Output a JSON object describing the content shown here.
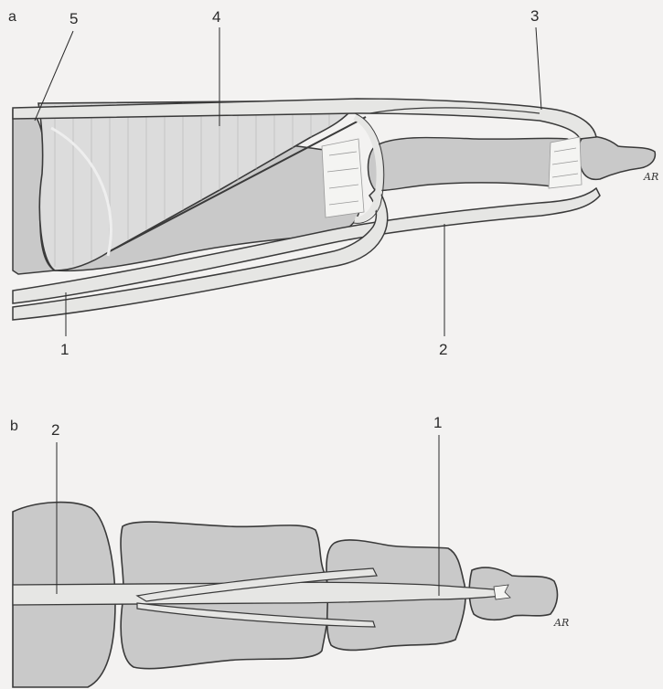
{
  "panel_a": {
    "letter": "a",
    "labels": {
      "l1": "1",
      "l2": "2",
      "l3": "3",
      "l4": "4",
      "l5": "5"
    },
    "signature": "AR"
  },
  "panel_b": {
    "letter": "b",
    "labels": {
      "l1": "1",
      "l2": "2"
    },
    "signature": "AR"
  },
  "colors": {
    "background": "#f3f2f1",
    "bone": "#c9c9c9",
    "outline": "#3a3a3a",
    "tendon": "#e6e6e4",
    "hood": "#dcdcdc"
  }
}
